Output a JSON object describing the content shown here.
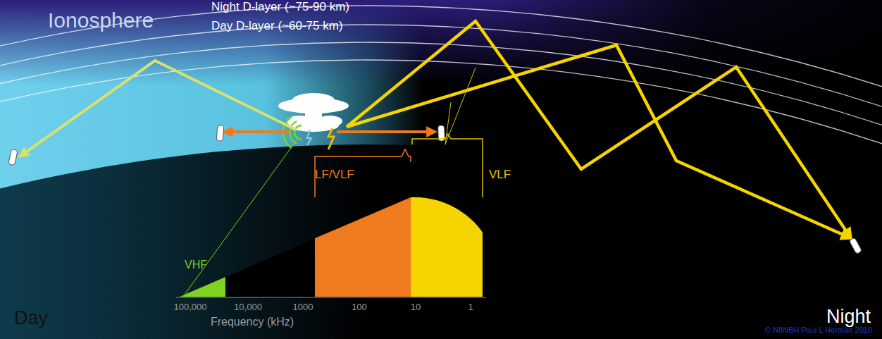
{
  "diagram": {
    "labels": [
      "Ionosphere",
      "Night D-layer (~75-90 km)",
      "Day D-layer (~60-75 km)",
      "LF/VLF",
      "VLF",
      "VHF",
      "100,000",
      "10,000",
      "1000",
      "100",
      "10",
      "1",
      "Frequency (kHz)",
      "Day",
      "Night",
      "© N8NBH Paul L Herman 2010"
    ]
  }
}
